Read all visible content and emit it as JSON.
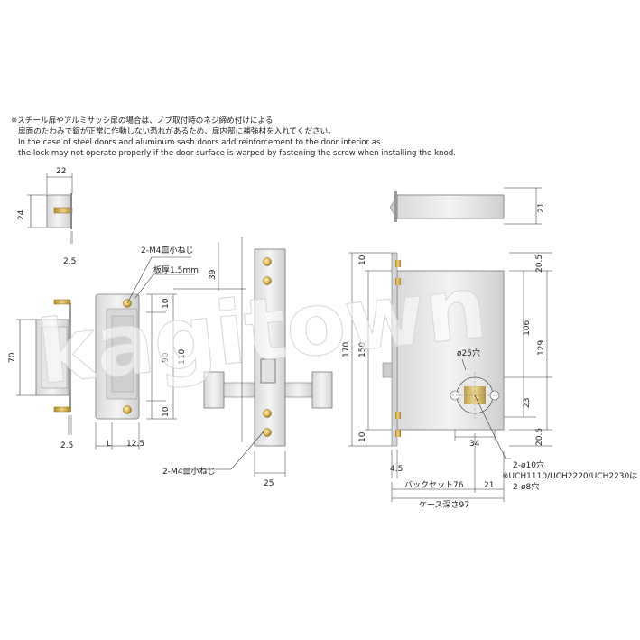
{
  "notes": {
    "line1": "※スチール扉やアルミサッシ扉の場合は、ノブ取付時のネジ締め付けによる",
    "line2": "扉面のたわみで錠が正常に作動しない恐れがあるため、扉内部に補強材を入れてください。",
    "line3": "In the case of steel doors and aluminum sash doors add reinforcement to the door interior as",
    "line4": "the lock may not operate properly if the door surface is warped by fastening the screw when installing the knod."
  },
  "watermark": "kagitown",
  "dims": {
    "strike_w": "22",
    "strike_h": "24",
    "strike_t": "2.5",
    "plate_h": "70",
    "plate_t": "2.5",
    "plate_L": "L",
    "plate_off": "12.5",
    "screw_top": "2-M4皿小ねじ",
    "plate_thk": "板厚1.5mm",
    "d39": "39",
    "d10a": "10",
    "d90": "90",
    "d110": "110",
    "d10b": "10",
    "screw_bot": "2-M4皿小ねじ",
    "face_w": "25",
    "d170": "170",
    "d150": "150",
    "d10c": "10",
    "d10d": "10",
    "d21": "21",
    "d20_5a": "20.5",
    "d106": "106",
    "d129": "129",
    "d23": "23",
    "d20_5b": "20.5",
    "hole25": "ø25穴",
    "d34": "34",
    "d4_5": "4.5",
    "hole10": "2-ø10穴",
    "note_models": "※UCH1110/UCH2220/UCH2230は",
    "hole8": "2-ø8穴",
    "backset": "バックセット76",
    "d21b": "21",
    "case_depth": "ケース深さ97"
  }
}
